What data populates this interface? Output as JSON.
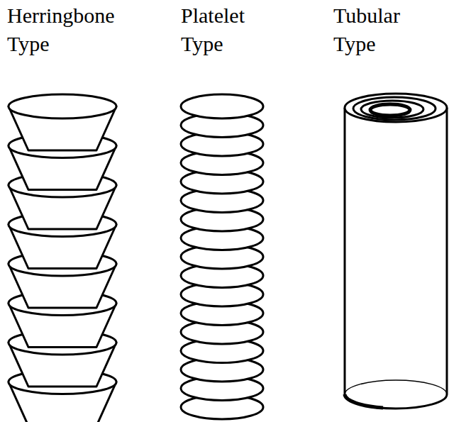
{
  "diagram": {
    "labels": [
      "Herringbone Type",
      "Platelet Type",
      "Tubular Type"
    ]
  }
}
